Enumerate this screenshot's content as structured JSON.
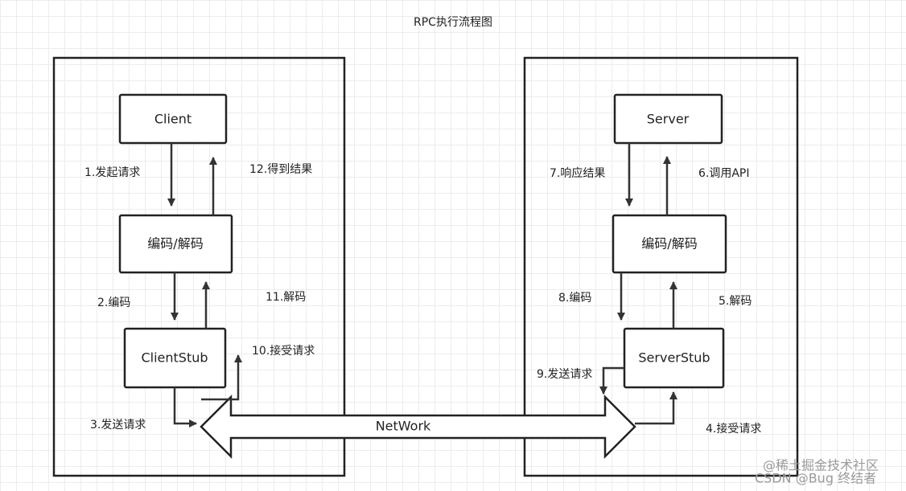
{
  "title": "RPC执行流程图",
  "nodes": {
    "client": "Client",
    "client_codec": "编码/解码",
    "client_stub": "ClientStub",
    "server": "Server",
    "server_codec": "编码/解码",
    "server_stub": "ServerStub"
  },
  "network": "NetWork",
  "steps": {
    "s1": "1.发起请求",
    "s2": "2.编码",
    "s3": "3.发送请求",
    "s4": "4.接受请求",
    "s5": "5.解码",
    "s6": "6.调用API",
    "s7": "7.响应结果",
    "s8": "8.编码",
    "s9": "9.发送请求",
    "s10": "10.接受请求",
    "s11": "11.解码",
    "s12": "12.得到结果"
  },
  "watermark": {
    "line1": "@稀土掘金技术社区",
    "line2": "CSDN @Bug 终结者"
  }
}
